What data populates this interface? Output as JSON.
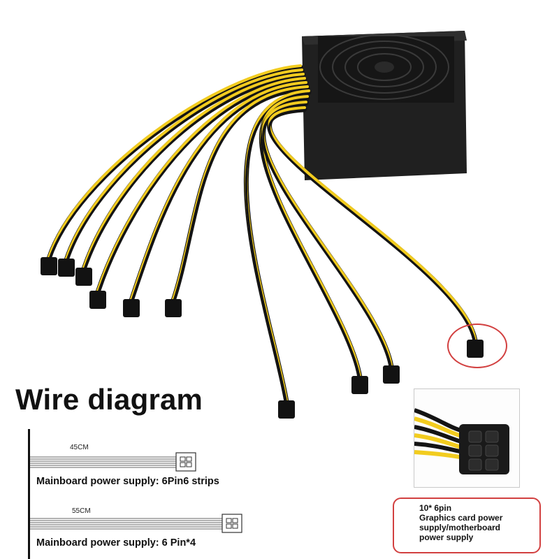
{
  "heading": "Wire diagram",
  "cables": [
    {
      "length": "45CM",
      "caption": "Mainboard power supply: 6Pin6 strips"
    },
    {
      "length": "55CM",
      "caption": "Mainboard power supply: 6 Pin*4"
    }
  ],
  "callout": {
    "line1": "10* 6pin",
    "line2": "Graphics card power",
    "line3": "supply/motherboard",
    "line4": "power supply"
  },
  "colors": {
    "wire_yellow": "#f2cc1f",
    "wire_black": "#141414",
    "psu_body": "#1e1e1e",
    "highlight_red": "#d24040"
  }
}
